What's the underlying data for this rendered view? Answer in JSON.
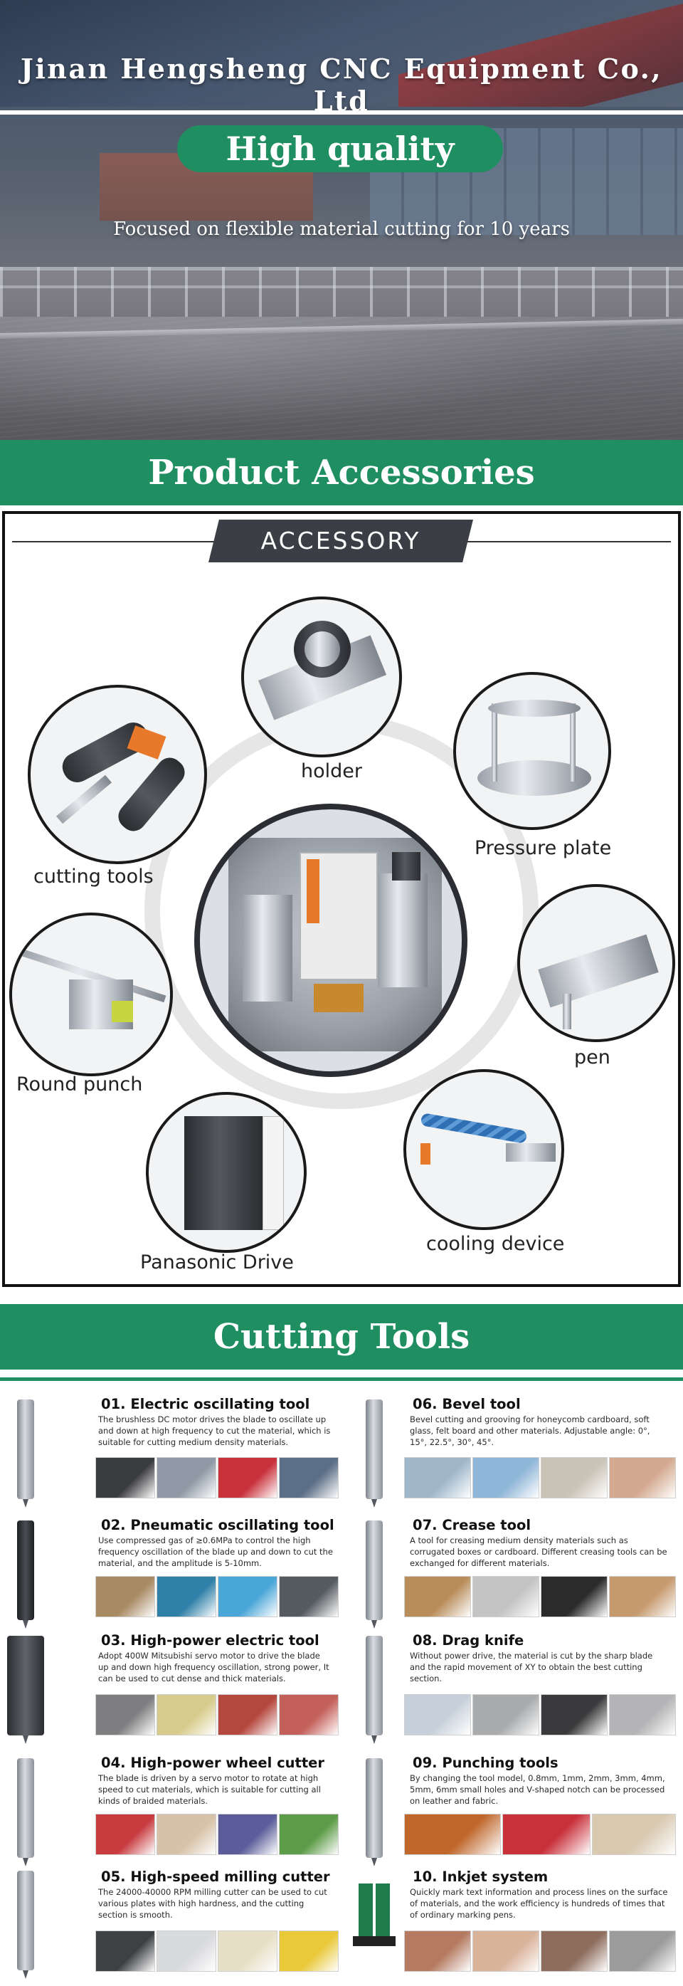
{
  "hero": {
    "company_name": "Jinan Hengsheng CNC Equipment Co., Ltd",
    "badge": "High quality",
    "subtitle": "Focused on flexible material cutting for 10 years"
  },
  "sections": {
    "accessories_title": "Product Accessories",
    "cutting_tools_title": "Cutting Tools"
  },
  "accessory": {
    "header": "ACCESSORY",
    "labels": {
      "holder": "holder",
      "pressure_plate": "Pressure plate",
      "cutting_tools": "cutting tools",
      "pen": "pen",
      "round_punch": "Round punch",
      "cooling_device": "cooling device",
      "panasonic_drive": "Panasonic Drive"
    }
  },
  "tools": [
    {
      "title": "01. Electric oscillating tool",
      "desc": "The brushless DC motor drives the blade to oscillate up and down at high frequency to cut the material, which is suitable for cutting medium density materials.",
      "swatches": [
        "#3a3b3e",
        "#8f9aa6",
        "#c9303a",
        "#5b6f86"
      ]
    },
    {
      "title": "02. Pneumatic oscillating tool",
      "desc": "Use compressed gas of ≥0.6MPa to control the high frequency oscillation of the blade up and down to cut the material, and the amplitude is 5-10mm.",
      "swatches": [
        "#a98b63",
        "#2f7fa8",
        "#4ba6d8",
        "#555a60"
      ]
    },
    {
      "title": "03. High-power electric tool",
      "desc": "Adopt 400W Mitsubishi servo motor to drive the blade up and down high frequency oscillation, strong power, It can be used to cut dense and thick materials.",
      "swatches": [
        "#7e7e80",
        "#d7cb8b",
        "#b5483e",
        "#c4605a"
      ]
    },
    {
      "title": "04. High-power wheel cutter",
      "desc": "The blade is driven by a servo motor to rotate at high speed to cut materials, which is suitable for cutting all kinds of braided materials.",
      "swatches": [
        "#c83b3f",
        "#d6c2a8",
        "#5a5d9a",
        "#5d9c48"
      ]
    },
    {
      "title": "05. High-speed milling cutter",
      "desc": "The 24000-40000 RPM milling cutter can be used to cut various plates with high hardness, and the cutting section is smooth.",
      "swatches": [
        "#3e4044",
        "#d9dadc",
        "#e7dfc6",
        "#e9c93a"
      ]
    },
    {
      "title": "06. Bevel tool",
      "desc": "Bevel cutting and grooving for honeycomb cardboard, soft glass, felt board and other materials. Adjustable angle: 0°, 15°, 22.5°, 30°, 45°.",
      "swatches": [
        "#9fb7c9",
        "#8fb6d8",
        "#c9c2b6",
        "#d3aa90"
      ]
    },
    {
      "title": "07. Crease tool",
      "desc": "A tool for creasing medium density materials such as corrugated boxes or cardboard. Different creasing tools can be exchanged for different materials.",
      "swatches": [
        "#b98d5a",
        "#c4c4c4",
        "#2b2b2b",
        "#c59a6e"
      ]
    },
    {
      "title": "08. Drag knife",
      "desc": "Without power drive, the material is cut by the sharp blade and the rapid movement of XY to obtain the best cutting section.",
      "swatches": [
        "#c7d0da",
        "#a9abad",
        "#3a3a3c",
        "#b4b4b6"
      ]
    },
    {
      "title": "09. Punching tools",
      "desc": "By changing the tool model, 0.8mm, 1mm, 2mm, 3mm, 4mm, 5mm, 6mm small holes and V-shaped notch can be processed on leather and fabric.",
      "swatches": [
        "#c0672c",
        "#c9303a",
        "#d8c9b0",
        "#7a7c7e"
      ]
    },
    {
      "title": "10. Inkjet system",
      "desc": "Quickly mark text information and process lines on the surface of materials, and the work efficiency is hundreds of times that of ordinary marking pens.",
      "swatches": [
        "#b57b62",
        "#d9b29a",
        "#8e6d5c",
        "#9b9b9b"
      ]
    }
  ]
}
